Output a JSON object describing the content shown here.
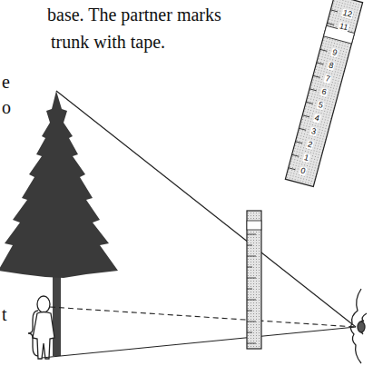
{
  "diagram": {
    "labels": [
      "base. The partner marks",
      "trunk with tape.",
      "e",
      "o",
      "t",
      "12",
      "11",
      "9",
      "8",
      "7",
      "6",
      "5",
      "4",
      "3",
      "2",
      "1",
      "0"
    ]
  }
}
